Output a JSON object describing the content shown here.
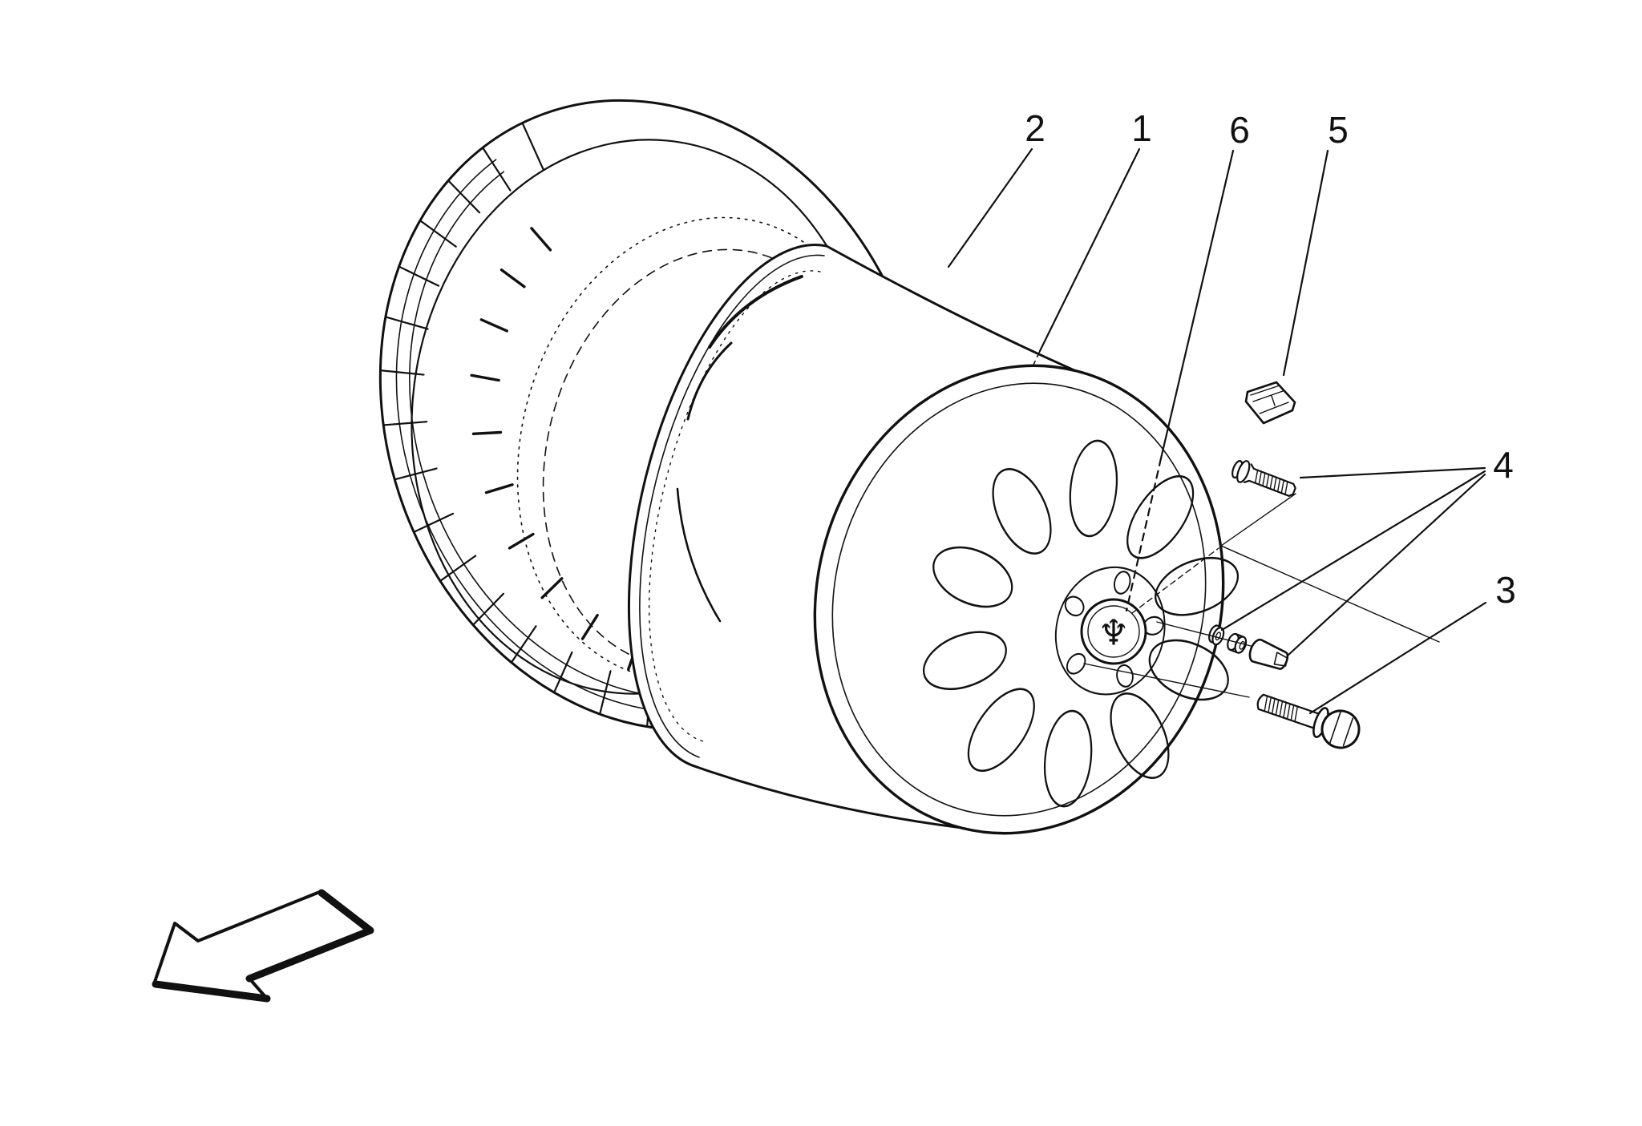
{
  "colors": {
    "background": "#ffffff",
    "ink": "#111111"
  },
  "callouts": [
    {
      "label": "1"
    },
    {
      "label": "2"
    },
    {
      "label": "3"
    },
    {
      "label": "4"
    },
    {
      "label": "5"
    },
    {
      "label": "6"
    }
  ],
  "icons": {
    "hub_cap_trident": "♆"
  }
}
